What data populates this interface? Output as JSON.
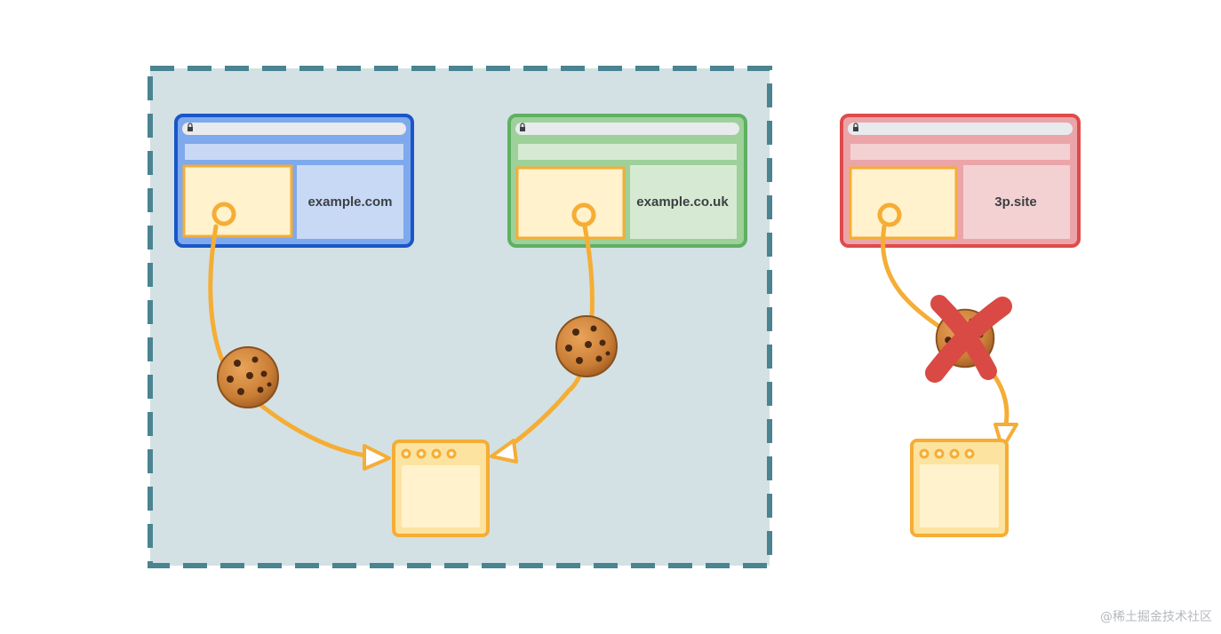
{
  "sites": [
    {
      "id": "example-com",
      "label": "example.com",
      "frame_color": "#1a56c9",
      "fill_color": "#c8d9f6",
      "bar_color": "#7ea9ec"
    },
    {
      "id": "example-co-uk",
      "label": "example.co.uk",
      "frame_color": "#5fb062",
      "fill_color": "#d6ead3",
      "bar_color": "#9ed09a"
    },
    {
      "id": "3p-site",
      "label": "3p.site",
      "frame_color": "#df4b4b",
      "fill_color": "#f3d1d3",
      "bar_color": "#eba5a9"
    }
  ],
  "first_party_set_color": "#4a8491",
  "first_party_set_fill": "#d3e1e4",
  "arrow_color": "#f5ad35",
  "embed_fill": "#fff2cc",
  "blocked_mark_color": "#d94a44",
  "watermark": "@稀土掘金技术社区"
}
